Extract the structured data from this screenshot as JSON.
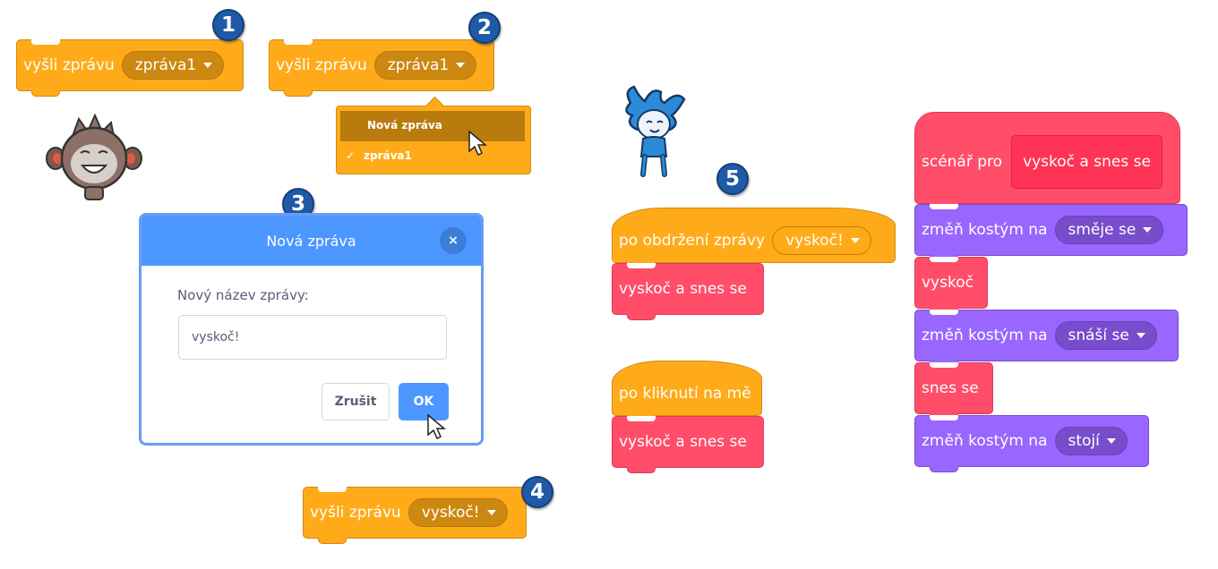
{
  "step1": {
    "badge": "1",
    "block_label": "vyšli zprávu",
    "message": "zpráva1"
  },
  "step2": {
    "badge": "2",
    "block_label": "vyšli zprávu",
    "message": "zpráva1",
    "dropdown": {
      "items": [
        {
          "label": "Nová zpráva"
        },
        {
          "check": "✓",
          "label": "zpráva1"
        }
      ]
    }
  },
  "step3": {
    "badge": "3",
    "dialog": {
      "title": "Nová zpráva",
      "close": "×",
      "prompt": "Nový název zprávy:",
      "input_value": "vyskoč!",
      "cancel": "Zrušit",
      "ok": "OK"
    }
  },
  "step4": {
    "badge": "4",
    "block_label": "vyšli zprávu",
    "message": "vyskoč!"
  },
  "step5": {
    "badge": "5",
    "script1": {
      "hat_label": "po obdržení zprávy",
      "hat_message": "vyskoč!",
      "call": "vyskoč a snes se"
    },
    "script2": {
      "hat_label": "po kliknutí na mě",
      "call": "vyskoč a snes se"
    },
    "define": {
      "hat_label": "scénář pro",
      "proc_name": "vyskoč a snes se",
      "blocks": [
        {
          "label": "změň kostým na",
          "value": "směje se"
        },
        {
          "label": "vyskoč"
        },
        {
          "label": "změň kostým na",
          "value": "snáší se"
        },
        {
          "label": "snes se"
        },
        {
          "label": "změň kostým na",
          "value": "stojí"
        }
      ]
    }
  },
  "colors": {
    "events": "#FFAB19",
    "custom": "#FF4D6A",
    "looks": "#9966FF",
    "dialog_header": "#4C97FF"
  },
  "icons": [
    "monkey-sprite",
    "blue-character-sprite",
    "mouse-cursor-icon",
    "close-icon",
    "checkmark-icon",
    "dropdown-arrow-icon"
  ]
}
